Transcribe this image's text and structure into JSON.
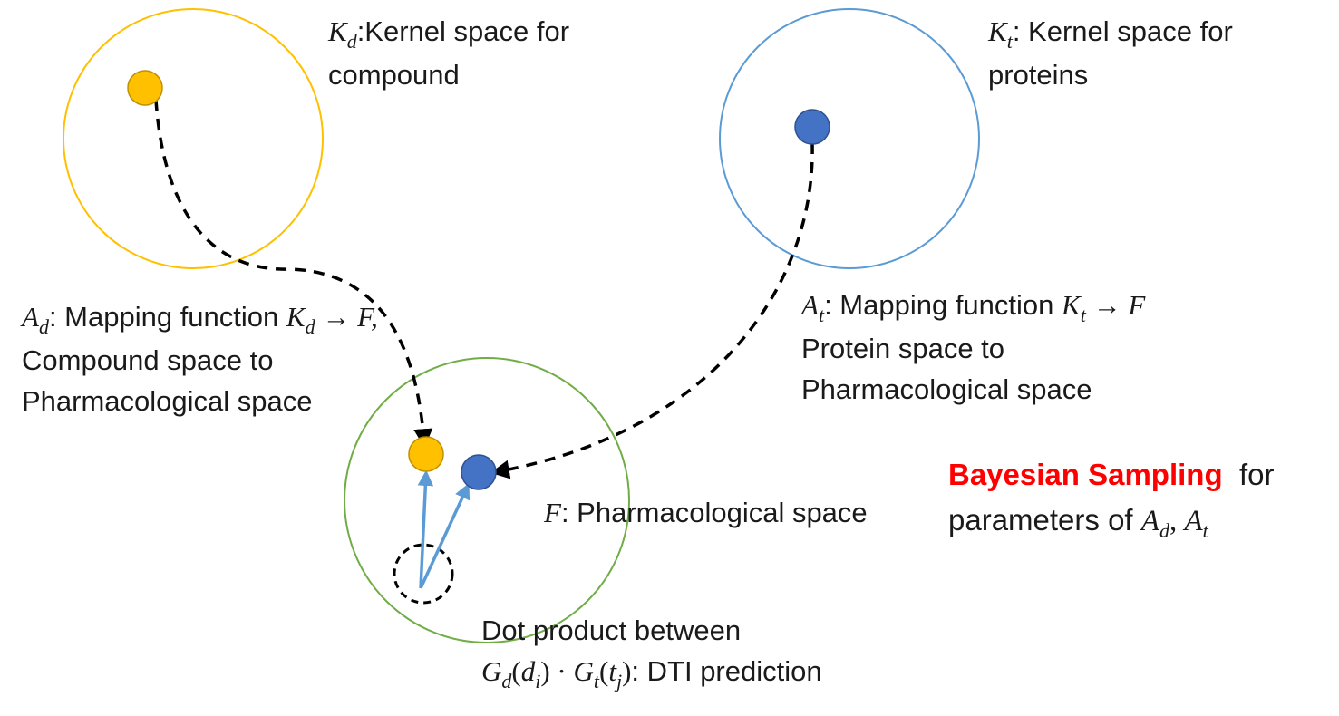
{
  "compound_space": {
    "symbol": "K",
    "subscript": "d",
    "text_line1": ":Kernel space for",
    "text_line2": "compound"
  },
  "protein_space": {
    "symbol": "K",
    "subscript": "t",
    "text_line1": ": Kernel space for",
    "text_line2": "proteins"
  },
  "compound_mapping": {
    "symbol": "A",
    "subscript": "d",
    "text": ": Mapping function ",
    "from_symbol": "K",
    "from_subscript": "d",
    "arrow": " → ",
    "to_symbol": "F",
    "trailing": ",",
    "line2": "Compound space to",
    "line3": "Pharmacological space"
  },
  "protein_mapping": {
    "symbol": "A",
    "subscript": "t",
    "text": ": Mapping function ",
    "from_symbol": "K",
    "from_subscript": "t",
    "arrow": " → ",
    "to_symbol": "F",
    "line2": "Protein space to",
    "line3": "Pharmacological space"
  },
  "pharmacological_space": {
    "symbol": "F",
    "text": ": Pharmacological space"
  },
  "dot_product": {
    "line1": "Dot product between",
    "g1": "G",
    "g1_sub": "d",
    "open1": "(",
    "arg1": "d",
    "arg1_sub": "i",
    "close1": ")",
    "dot": " · ",
    "g2": "G",
    "g2_sub": "t",
    "open2": "(",
    "arg2": "t",
    "arg2_sub": "j",
    "close2": ")",
    "tail": ": DTI prediction"
  },
  "bayesian": {
    "highlight": "Bayesian Sampling",
    "rest": "  for",
    "line2_text": "parameters of ",
    "p1": "A",
    "p1_sub": "d",
    "sep": ", ",
    "p2": "A",
    "p2_sub": "t"
  },
  "colors": {
    "compound_circle": "#FFC000",
    "compound_node": "#FFC000",
    "compound_node_stroke": "#C09000",
    "protein_circle": "#5B9BD5",
    "protein_node": "#4472C4",
    "protein_node_stroke": "#2F528F",
    "pharm_circle": "#70AD47",
    "vector_arrow": "#5B9BD5",
    "mapping_arrow": "#000000",
    "highlight_text": "#FF0000"
  }
}
